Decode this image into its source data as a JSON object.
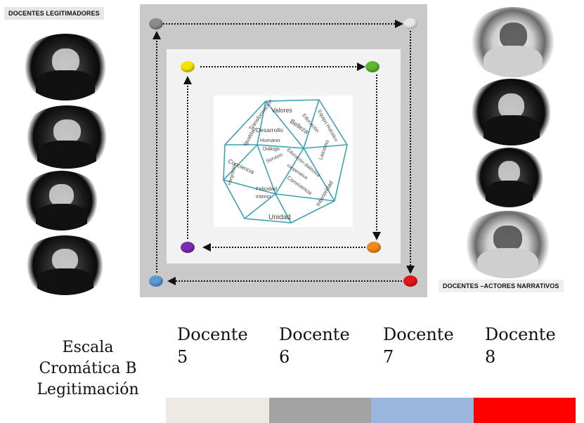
{
  "left_panel": {
    "label": "DOCENTES  LEGITIMADORES"
  },
  "right_panel": {
    "label": "DOCENTES –ACTORES NARRATIVOS"
  },
  "diagram": {
    "outer_dots": [
      {
        "name": "gray",
        "color": "#8c8c8c"
      },
      {
        "name": "white",
        "color": "#e8e8e8"
      },
      {
        "name": "blue",
        "color": "#5b9bd5"
      },
      {
        "name": "red",
        "color": "#e8141b"
      }
    ],
    "inner_dots": [
      {
        "name": "yellow",
        "color": "#f2e600"
      },
      {
        "name": "green",
        "color": "#5cb82e"
      },
      {
        "name": "purple",
        "color": "#7a2db3"
      },
      {
        "name": "orange",
        "color": "#f28a1e"
      }
    ],
    "icosahedron_words": [
      "Valores",
      "Equipo Holístico",
      "Educación",
      "Transformación",
      "Igualdad",
      "Desarrollo",
      "Humano",
      "Belleza",
      "Laicismo",
      "Diálogo",
      "Servicio",
      "Educación dialéctica",
      "cooperativa",
      "Conciencia",
      "Integración",
      "Convivencia",
      "Interioridad",
      "Felicidad",
      "Interior",
      "Unidad"
    ]
  },
  "scale": {
    "title_lines": [
      "Escala",
      "Cromática B",
      "Legitimación"
    ],
    "items": [
      {
        "label_1": "Docente",
        "label_2": "5",
        "color": "#edeae1"
      },
      {
        "label_1": "Docente",
        "label_2": "6",
        "color": "#a3a3a3"
      },
      {
        "label_1": "Docente",
        "label_2": "7",
        "color": "#9ab6dc"
      },
      {
        "label_1": "Docente",
        "label_2": "8",
        "color": "#fe0000"
      }
    ]
  }
}
